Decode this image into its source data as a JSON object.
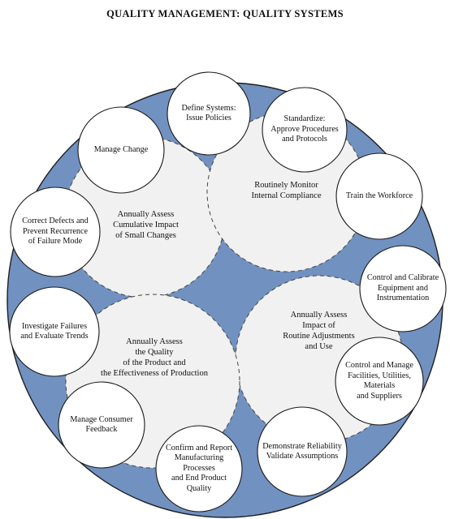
{
  "title": "QUALITY MANAGEMENT: QUALITY SYSTEMS",
  "colors": {
    "ring": "#7191c0",
    "ring_stroke": "#1f1f1f",
    "inner_fill": "#f1f1f1",
    "node_fill": "#ffffff"
  },
  "inner_circles": [
    {
      "id": "assess-small-changes",
      "lines": [
        "Annually  Assess",
        "Cumulative Impact",
        "of Small Changes"
      ]
    },
    {
      "id": "monitor-compliance",
      "lines": [
        "Routinely Monitor",
        "Internal Compliance"
      ]
    },
    {
      "id": "assess-routine-adjustments",
      "lines": [
        "Annually Assess",
        "Impact of",
        "Routine Adjustments",
        "and Use"
      ]
    },
    {
      "id": "assess-quality",
      "lines": [
        "Annually Assess",
        "the Quality",
        "of the Product and",
        "the Effectiveness of Production"
      ]
    }
  ],
  "nodes": [
    {
      "id": "define-systems",
      "lines": [
        "Define Systems:",
        "Issue Policies"
      ]
    },
    {
      "id": "standardize",
      "lines": [
        "Standardize:",
        "Approve Procedures",
        "and Protocols"
      ]
    },
    {
      "id": "train-workforce",
      "lines": [
        "Train the Workforce"
      ]
    },
    {
      "id": "control-calibrate",
      "lines": [
        "Control and Calibrate",
        "Equipment and",
        "Instrumentation"
      ]
    },
    {
      "id": "control-manage",
      "lines": [
        "Control and Manage",
        "Facilities, Utilities,",
        "Materials",
        "and Suppliers"
      ]
    },
    {
      "id": "demonstrate-reliability",
      "lines": [
        "Demonstrate Reliability",
        "Validate Assumptions"
      ]
    },
    {
      "id": "confirm-report",
      "lines": [
        "Confirm and Report",
        "Manufacturing",
        "Processes",
        "and End Product",
        "Quality"
      ]
    },
    {
      "id": "manage-feedback",
      "lines": [
        "Manage Consumer",
        "Feedback"
      ]
    },
    {
      "id": "investigate-failures",
      "lines": [
        "Investigate Failures",
        "and Evaluate Trends"
      ]
    },
    {
      "id": "correct-defects",
      "lines": [
        "Correct Defects and",
        "Prevent Recurrence",
        "of Failure Mode"
      ]
    },
    {
      "id": "manage-change",
      "lines": [
        "Manage Change"
      ]
    }
  ]
}
